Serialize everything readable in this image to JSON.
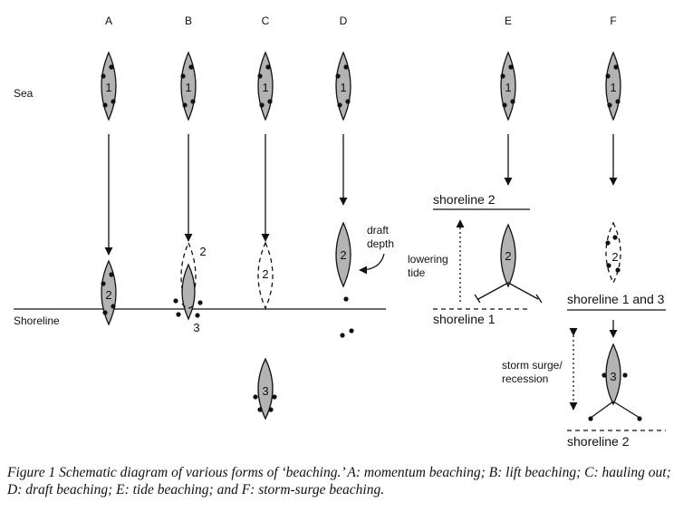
{
  "columns": [
    "A",
    "B",
    "C",
    "D",
    "E",
    "F"
  ],
  "labels": {
    "sea": "Sea",
    "shoreline": "Shoreline",
    "draft_depth_1": "draft",
    "draft_depth_2": "depth",
    "lowering_tide_1": "lowering",
    "lowering_tide_2": "tide",
    "shoreline_2_e": "shoreline 2",
    "shoreline_1_e": "shoreline 1",
    "shoreline_1_and_3": "shoreline 1 and 3",
    "storm_surge_1": "storm surge/",
    "storm_surge_2": "recession",
    "shoreline_2_f": "shoreline 2"
  },
  "boat_numbers": {
    "one": "1",
    "two": "2",
    "three": "3"
  },
  "caption": {
    "text": "Figure 1   Schematic diagram of various forms of ‘beaching.’ A: momentum beaching; B: lift beaching; C: hauling out; D: draft beaching; E: tide beaching; and F: storm-surge beaching."
  }
}
